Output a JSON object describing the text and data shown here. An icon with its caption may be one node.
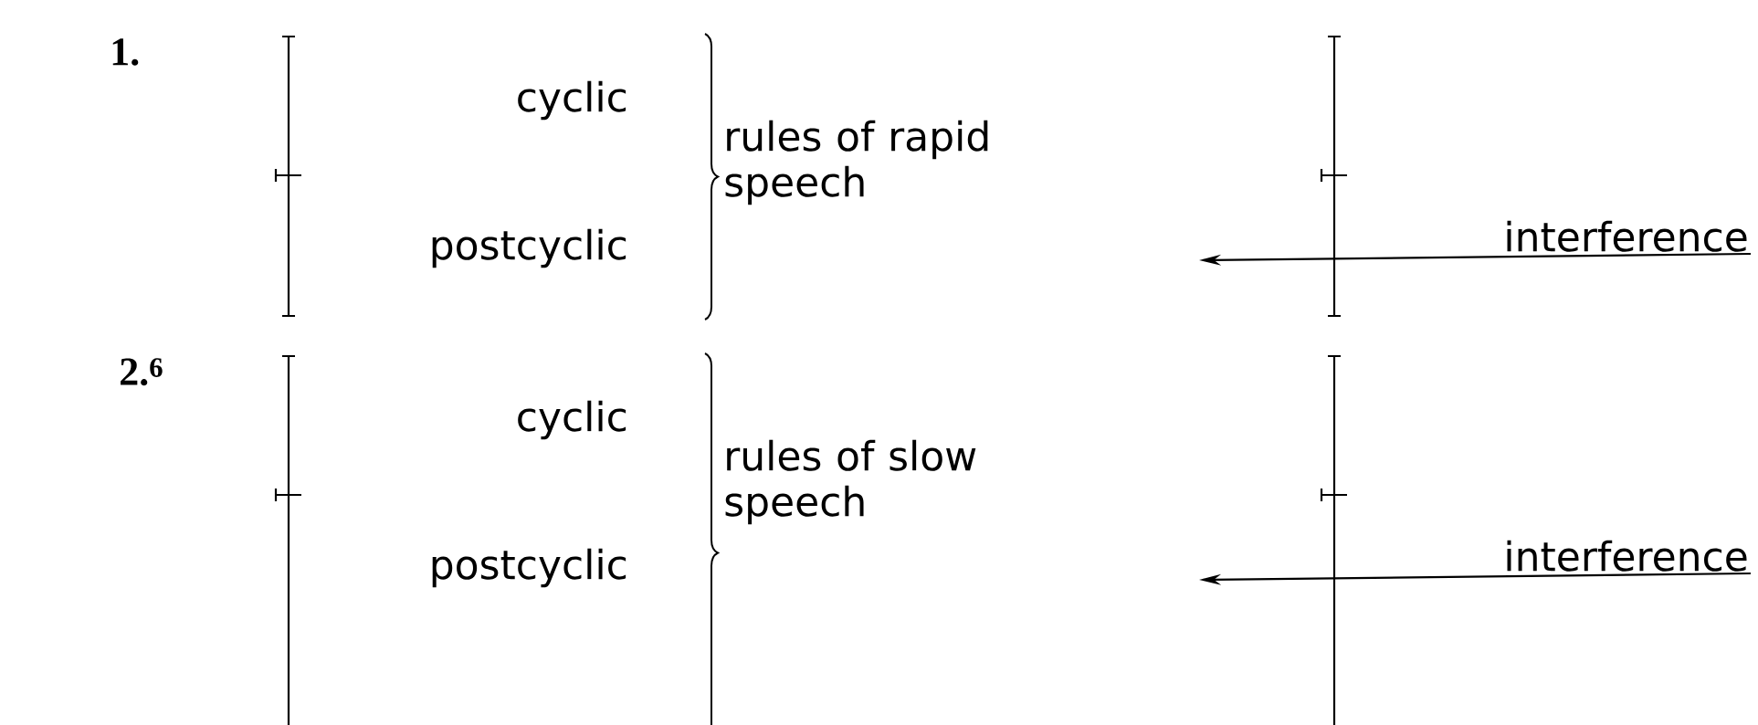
{
  "diagram": {
    "nodes": [
      {
        "text": [
          "interference"
        ]
      },
      {
        "text": [
          "interference"
        ]
      }
    ],
    "edges": [
      {
        "from": 0,
        "to": null,
        "arrow": "to"
      },
      {
        "from": 1,
        "to": null,
        "arrow": "to"
      }
    ],
    "labels": [
      "1.",
      "cyclic",
      "postcyclic",
      "rules of rapid speech",
      "2.$^{6}$",
      "cyclic",
      "postcyclic",
      "rules of slow speech"
    ]
  }
}
